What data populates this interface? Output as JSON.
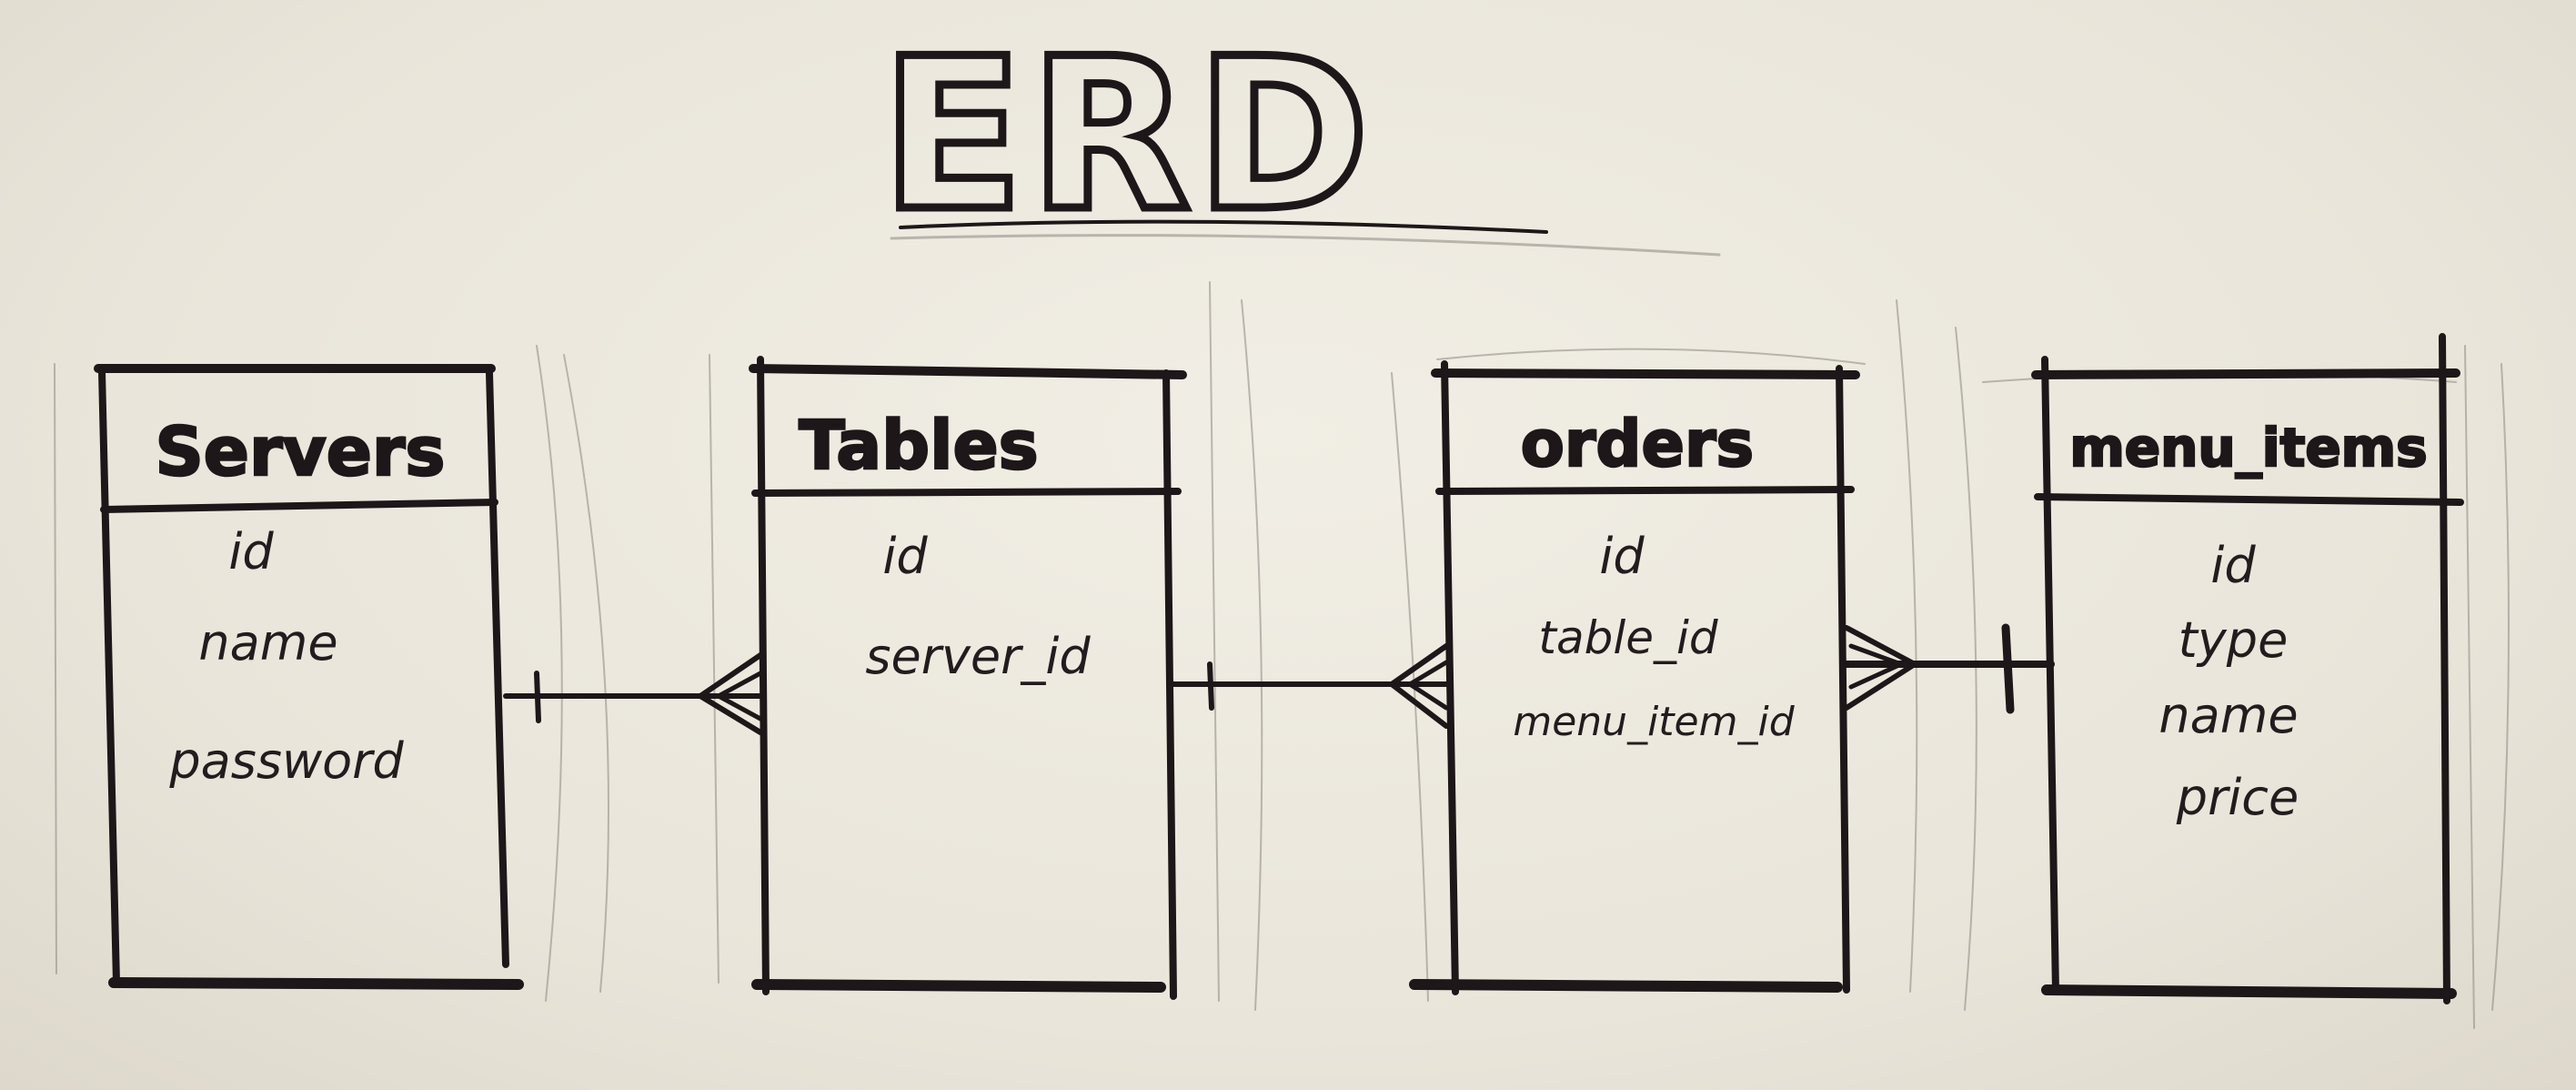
{
  "diagram": {
    "title": "ERD",
    "ink_color": "#1d1719",
    "paper_color": "#ece8dd",
    "entities": [
      {
        "name": "Servers",
        "attributes": [
          "id",
          "name",
          "password"
        ]
      },
      {
        "name": "Tables",
        "attributes": [
          "id",
          "server_id"
        ]
      },
      {
        "name": "orders",
        "attributes": [
          "id",
          "table_id",
          "menu_item_id"
        ]
      },
      {
        "name": "menu_items",
        "attributes": [
          "id",
          "type",
          "name",
          "price"
        ]
      }
    ],
    "relationships": [
      {
        "from": "Servers",
        "to": "Tables",
        "from_end": "one",
        "to_end": "many"
      },
      {
        "from": "Tables",
        "to": "orders",
        "from_end": "one",
        "to_end": "many"
      },
      {
        "from": "orders",
        "to": "menu_items",
        "from_end": "many",
        "to_end": "one"
      }
    ]
  }
}
